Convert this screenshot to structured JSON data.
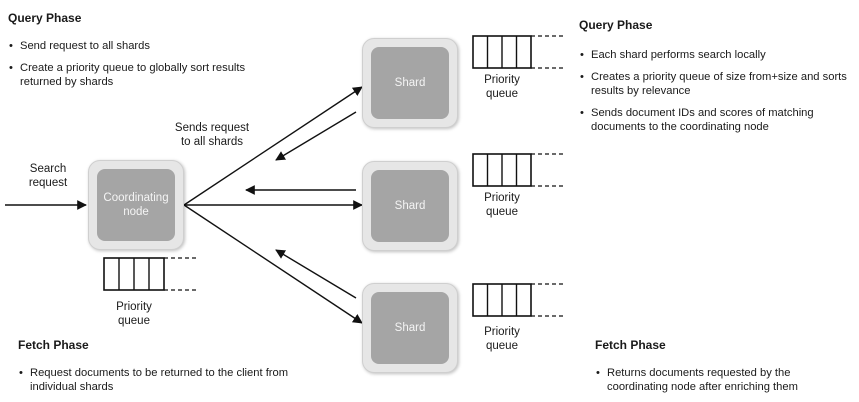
{
  "left_query": {
    "title": "Query Phase",
    "bullets": [
      "Send request to all shards",
      "Create a priority queue to globally sort results returned by shards"
    ]
  },
  "right_query": {
    "title": "Query Phase",
    "bullets": [
      "Each shard performs search locally",
      "Creates a priority queue of size from+size and sorts results by relevance",
      "Sends document IDs and scores of matching documents to the coordinating node"
    ]
  },
  "left_fetch": {
    "title": "Fetch Phase",
    "bullets": [
      "Request documents to be returned to the client from individual shards"
    ]
  },
  "right_fetch": {
    "title": "Fetch Phase",
    "bullets": [
      "Returns documents requested by the coordinating node after enriching them"
    ]
  },
  "search_request_label": "Search\nrequest",
  "sends_request_label": "Sends request\nto all shards",
  "coordinating_node_label": "Coordinating\nnode",
  "shard_label": "Shard",
  "priority_queue_label": "Priority\nqueue"
}
